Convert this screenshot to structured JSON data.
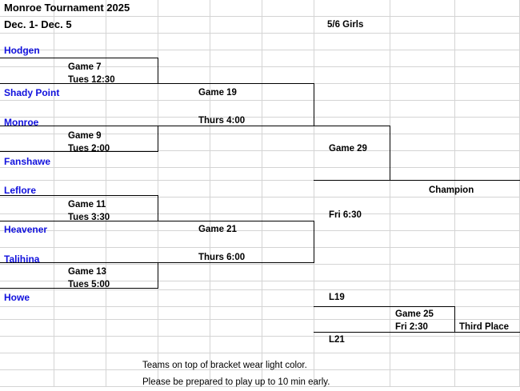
{
  "document": {
    "title": "Monroe Tournament 2025",
    "dates": "Dec. 1- Dec. 5",
    "division": "5/6 Girls"
  },
  "teams": [
    {
      "name": "Hodgen"
    },
    {
      "name": "Shady Point"
    },
    {
      "name": "Monroe"
    },
    {
      "name": "Fanshawe"
    },
    {
      "name": "Leflore"
    },
    {
      "name": "Heavener"
    },
    {
      "name": "Talihina"
    },
    {
      "name": "Howe"
    }
  ],
  "round1": [
    {
      "game": "Game 7",
      "time": "Tues 12:30"
    },
    {
      "game": "Game 9",
      "time": "Tues 2:00"
    },
    {
      "game": "Game 11",
      "time": "Tues 3:30"
    },
    {
      "game": "Game 13",
      "time": "Tues 5:00"
    }
  ],
  "round2": [
    {
      "game": "Game 19",
      "time": "Thurs 4:00"
    },
    {
      "game": "Game 21",
      "time": "Thurs 6:00"
    }
  ],
  "final": {
    "game": "Game 29",
    "time": "Fri 6:30",
    "outcome": "Champion"
  },
  "consolation": {
    "loser_top": "L19",
    "loser_bottom": "L21",
    "game": "Game 25",
    "time": "Fri 2:30",
    "outcome": "Third Place"
  },
  "notes": [
    "Teams on top of bracket wear light color.",
    "Please be prepared to play up to 10 min early."
  ],
  "colors": {
    "team_text": "#1111dd",
    "bracket_line": "#000000",
    "gridline": "#d4d4d4"
  }
}
